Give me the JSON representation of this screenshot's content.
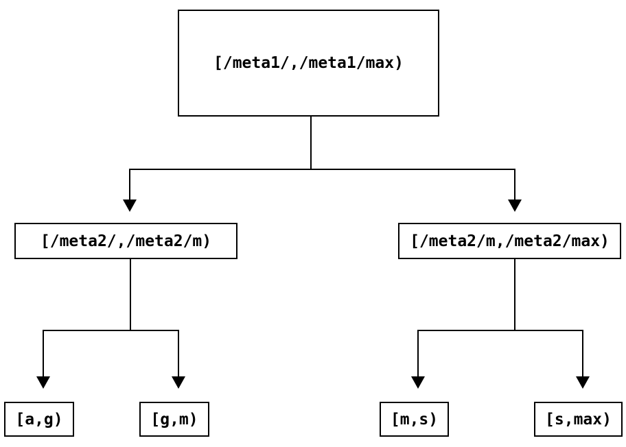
{
  "diagram": {
    "colors": {
      "line": "#000000",
      "box_border": "#000000",
      "text": "#000000",
      "background": "#ffffff"
    },
    "root": {
      "label": "[/meta1/,/meta1/max)"
    },
    "level1": [
      {
        "label": "[/meta2/,/meta2/m)"
      },
      {
        "label": "[/meta2/m,/meta2/max)"
      }
    ],
    "level2": [
      {
        "label": "[a,g)"
      },
      {
        "label": "[g,m)"
      },
      {
        "label": "[m,s)"
      },
      {
        "label": "[s,max)"
      }
    ]
  }
}
